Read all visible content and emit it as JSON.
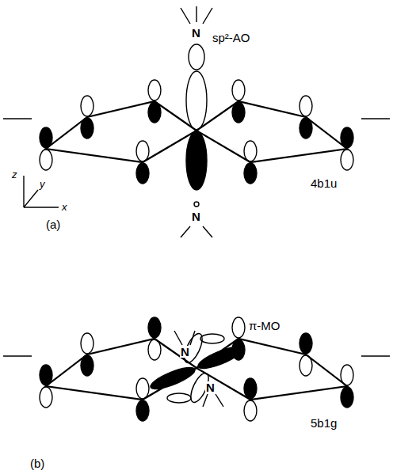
{
  "diagram": {
    "labels": [
      "sp²-AO",
      "N",
      "N",
      "4b1u",
      "z",
      "y",
      "x",
      "(a)",
      "N",
      "N",
      "π-MO",
      "5b1g",
      "(b)"
    ]
  }
}
